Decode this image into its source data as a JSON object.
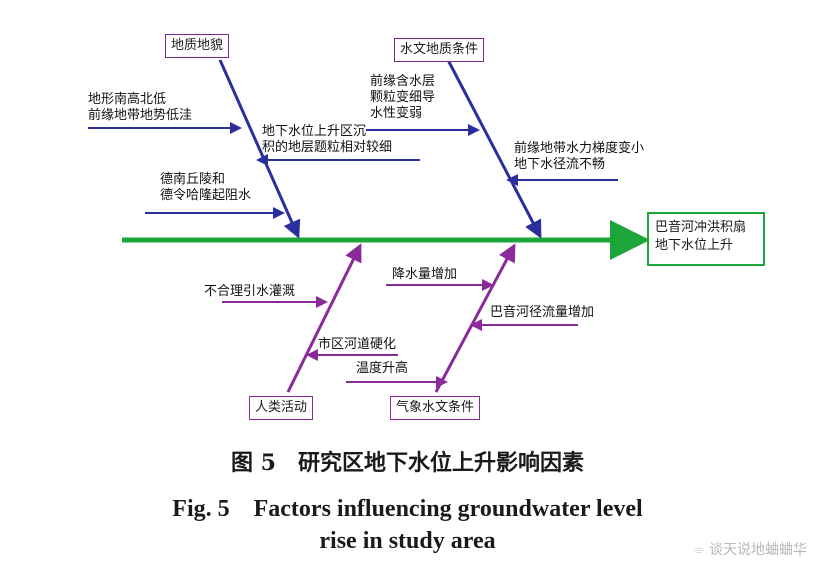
{
  "effect": "巴音河冲洪积扇\n地下水位上升",
  "categories": {
    "geology": "地质地貌",
    "hydro": "水文地质条件",
    "human": "人类活动",
    "climate": "气象水文条件"
  },
  "causes": {
    "terrain": "地形南高北低\n前缘地带地势低洼",
    "fine_strata": "地下水位上升区沉\n积的地层题粒相对较细",
    "hills": "德南丘陵和\n德令哈隆起阻水",
    "aquifer": "前缘含水层\n颗粒变细导\n水性变弱",
    "gradient": "前缘地带水力梯度变小\n地下水径流不畅",
    "irrigation": "不合理引水灌溉",
    "channel": "市区河道硬化",
    "rain": "降水量增加",
    "river_flow": "巴音河径流量增加",
    "temp": "温度升高"
  },
  "caption_cn": "图 5　研究区地下水位上升影响因素",
  "caption_en_1": "Fig. 5　Factors influencing groundwater level",
  "caption_en_2": "rise in study area",
  "watermark": "谈天说地蛐蛐华",
  "colors": {
    "spine": "#1ea53a",
    "upper_cat": "#2b2f9e",
    "lower_cat": "#8b2a9a",
    "box_upper": "#7a2a8a",
    "box_lower": "#8b2a9a",
    "effect_border": "#1ea53a"
  }
}
